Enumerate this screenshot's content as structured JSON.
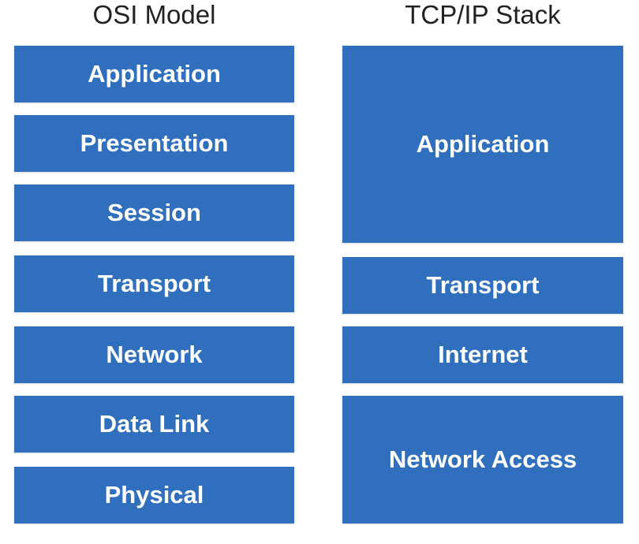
{
  "colors": {
    "layer_fill": "#2f6fbd",
    "layer_text": "#ffffff",
    "title_text": "#222222",
    "background": "#ffffff"
  },
  "osi": {
    "title": "OSI Model",
    "layers": [
      "Application",
      "Presentation",
      "Session",
      "Transport",
      "Network",
      "Data Link",
      "Physical"
    ]
  },
  "tcpip": {
    "title": "TCP/IP Stack",
    "layers": [
      "Application",
      "Transport",
      "Internet",
      "Network Access"
    ]
  }
}
